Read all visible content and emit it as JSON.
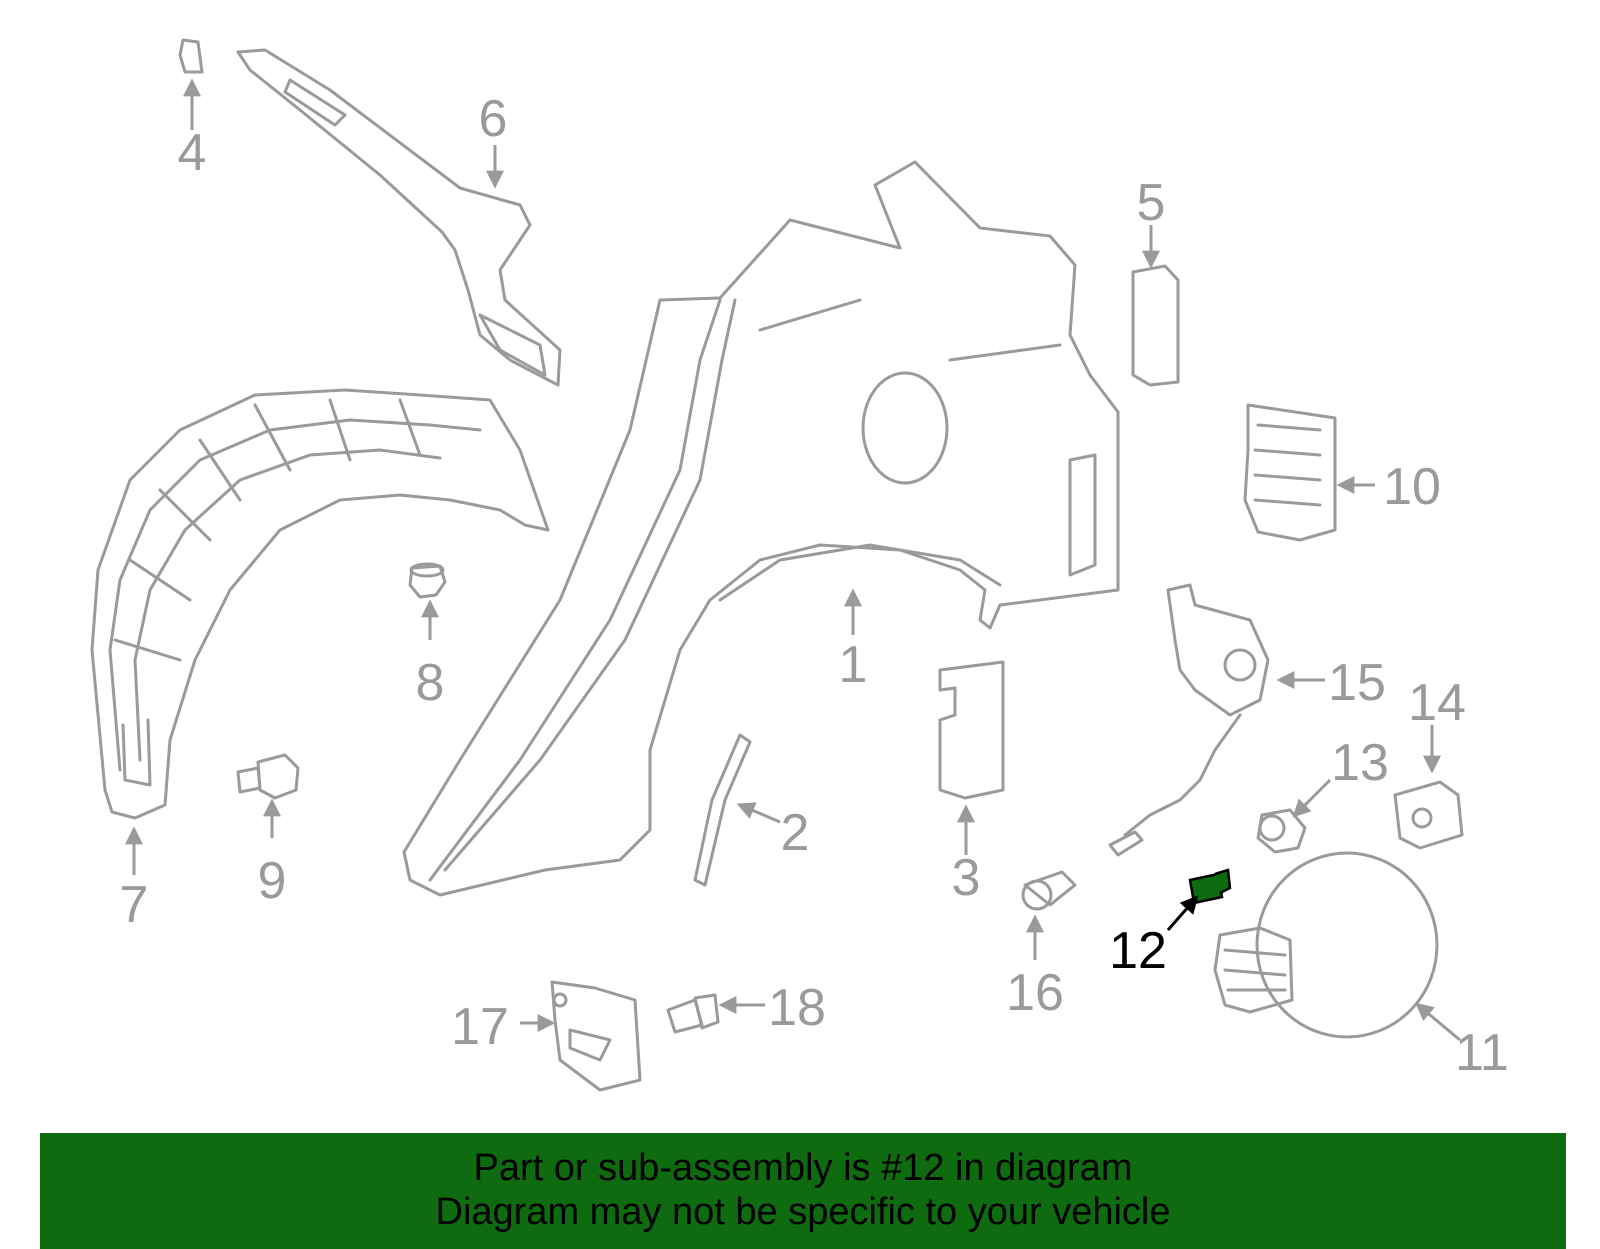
{
  "highlight_color": "#0f6b0f",
  "part_color": "#9a9a9a",
  "callouts": [
    "1",
    "2",
    "3",
    "4",
    "5",
    "6",
    "7",
    "8",
    "9",
    "10",
    "11",
    "12",
    "13",
    "14",
    "15",
    "16",
    "17",
    "18"
  ],
  "highlighted_callout": "12",
  "banner": {
    "line1": "Part or sub-assembly is #12 in diagram",
    "line2": "Diagram may not be specific to your vehicle"
  }
}
